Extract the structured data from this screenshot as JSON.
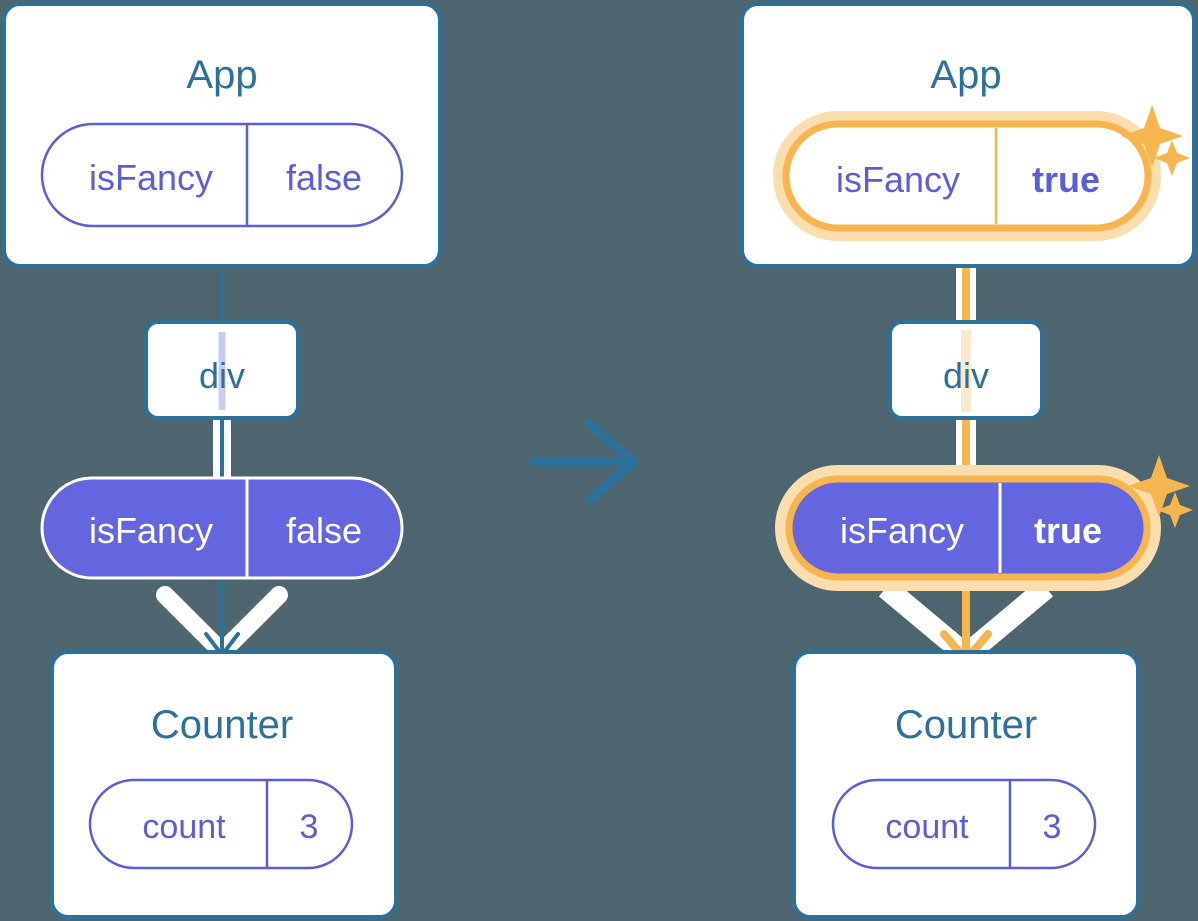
{
  "diagram": {
    "type": "react-state-flow-comparison",
    "background_color": "#4D656F",
    "transition_arrow": {
      "icon": "arrow-right-icon",
      "color": "#2C7199"
    },
    "colors": {
      "box_border": "#2C7199",
      "box_fill": "#FFFFFF",
      "title_text": "#2C7199",
      "pill_outline": "#5B5FD6",
      "pill_text": "#5B5FD6",
      "prop_pill_fill": "#6366DE",
      "prop_pill_text": "#FFFFFF",
      "highlight_ring": "#F6B54F",
      "highlight_glow": "#FBDDAE",
      "connector_blue": "#2C7199",
      "connector_orange": "#F6B54F",
      "inner_line_lavender": "#C7CCF0",
      "inner_line_cream": "#FAE9CC",
      "sparkle": "#F6B54F"
    },
    "panels": [
      {
        "id": "before",
        "highlighted": false,
        "app_box": {
          "title": "App",
          "state_pill": {
            "key": "isFancy",
            "value": "false",
            "value_bold": false,
            "highlighted": false,
            "style": "outline"
          }
        },
        "div_box": {
          "label": "div"
        },
        "prop_pill": {
          "key": "isFancy",
          "value": "false",
          "value_bold": false,
          "highlighted": false,
          "style": "filled"
        },
        "counter_box": {
          "title": "Counter",
          "state_pill": {
            "key": "count",
            "value": "3",
            "value_bold": false,
            "highlighted": false,
            "style": "outline"
          }
        },
        "sparkles": false
      },
      {
        "id": "after",
        "highlighted": true,
        "app_box": {
          "title": "App",
          "state_pill": {
            "key": "isFancy",
            "value": "true",
            "value_bold": true,
            "highlighted": true,
            "style": "outline"
          }
        },
        "div_box": {
          "label": "div"
        },
        "prop_pill": {
          "key": "isFancy",
          "value": "true",
          "value_bold": true,
          "highlighted": true,
          "style": "filled"
        },
        "counter_box": {
          "title": "Counter",
          "state_pill": {
            "key": "count",
            "value": "3",
            "value_bold": false,
            "highlighted": false,
            "style": "outline"
          }
        },
        "sparkles": true
      }
    ]
  }
}
